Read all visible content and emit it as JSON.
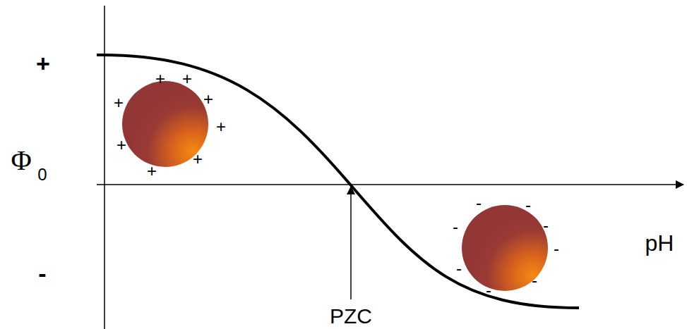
{
  "diagram": {
    "labels": [
      "+",
      "Φ",
      "0",
      "-",
      "+",
      "+",
      "+",
      "+",
      "+",
      "+",
      "+",
      "+",
      "-",
      "-",
      "-",
      "-",
      "-",
      "-",
      "-",
      "-",
      "PZC",
      "pH"
    ]
  }
}
